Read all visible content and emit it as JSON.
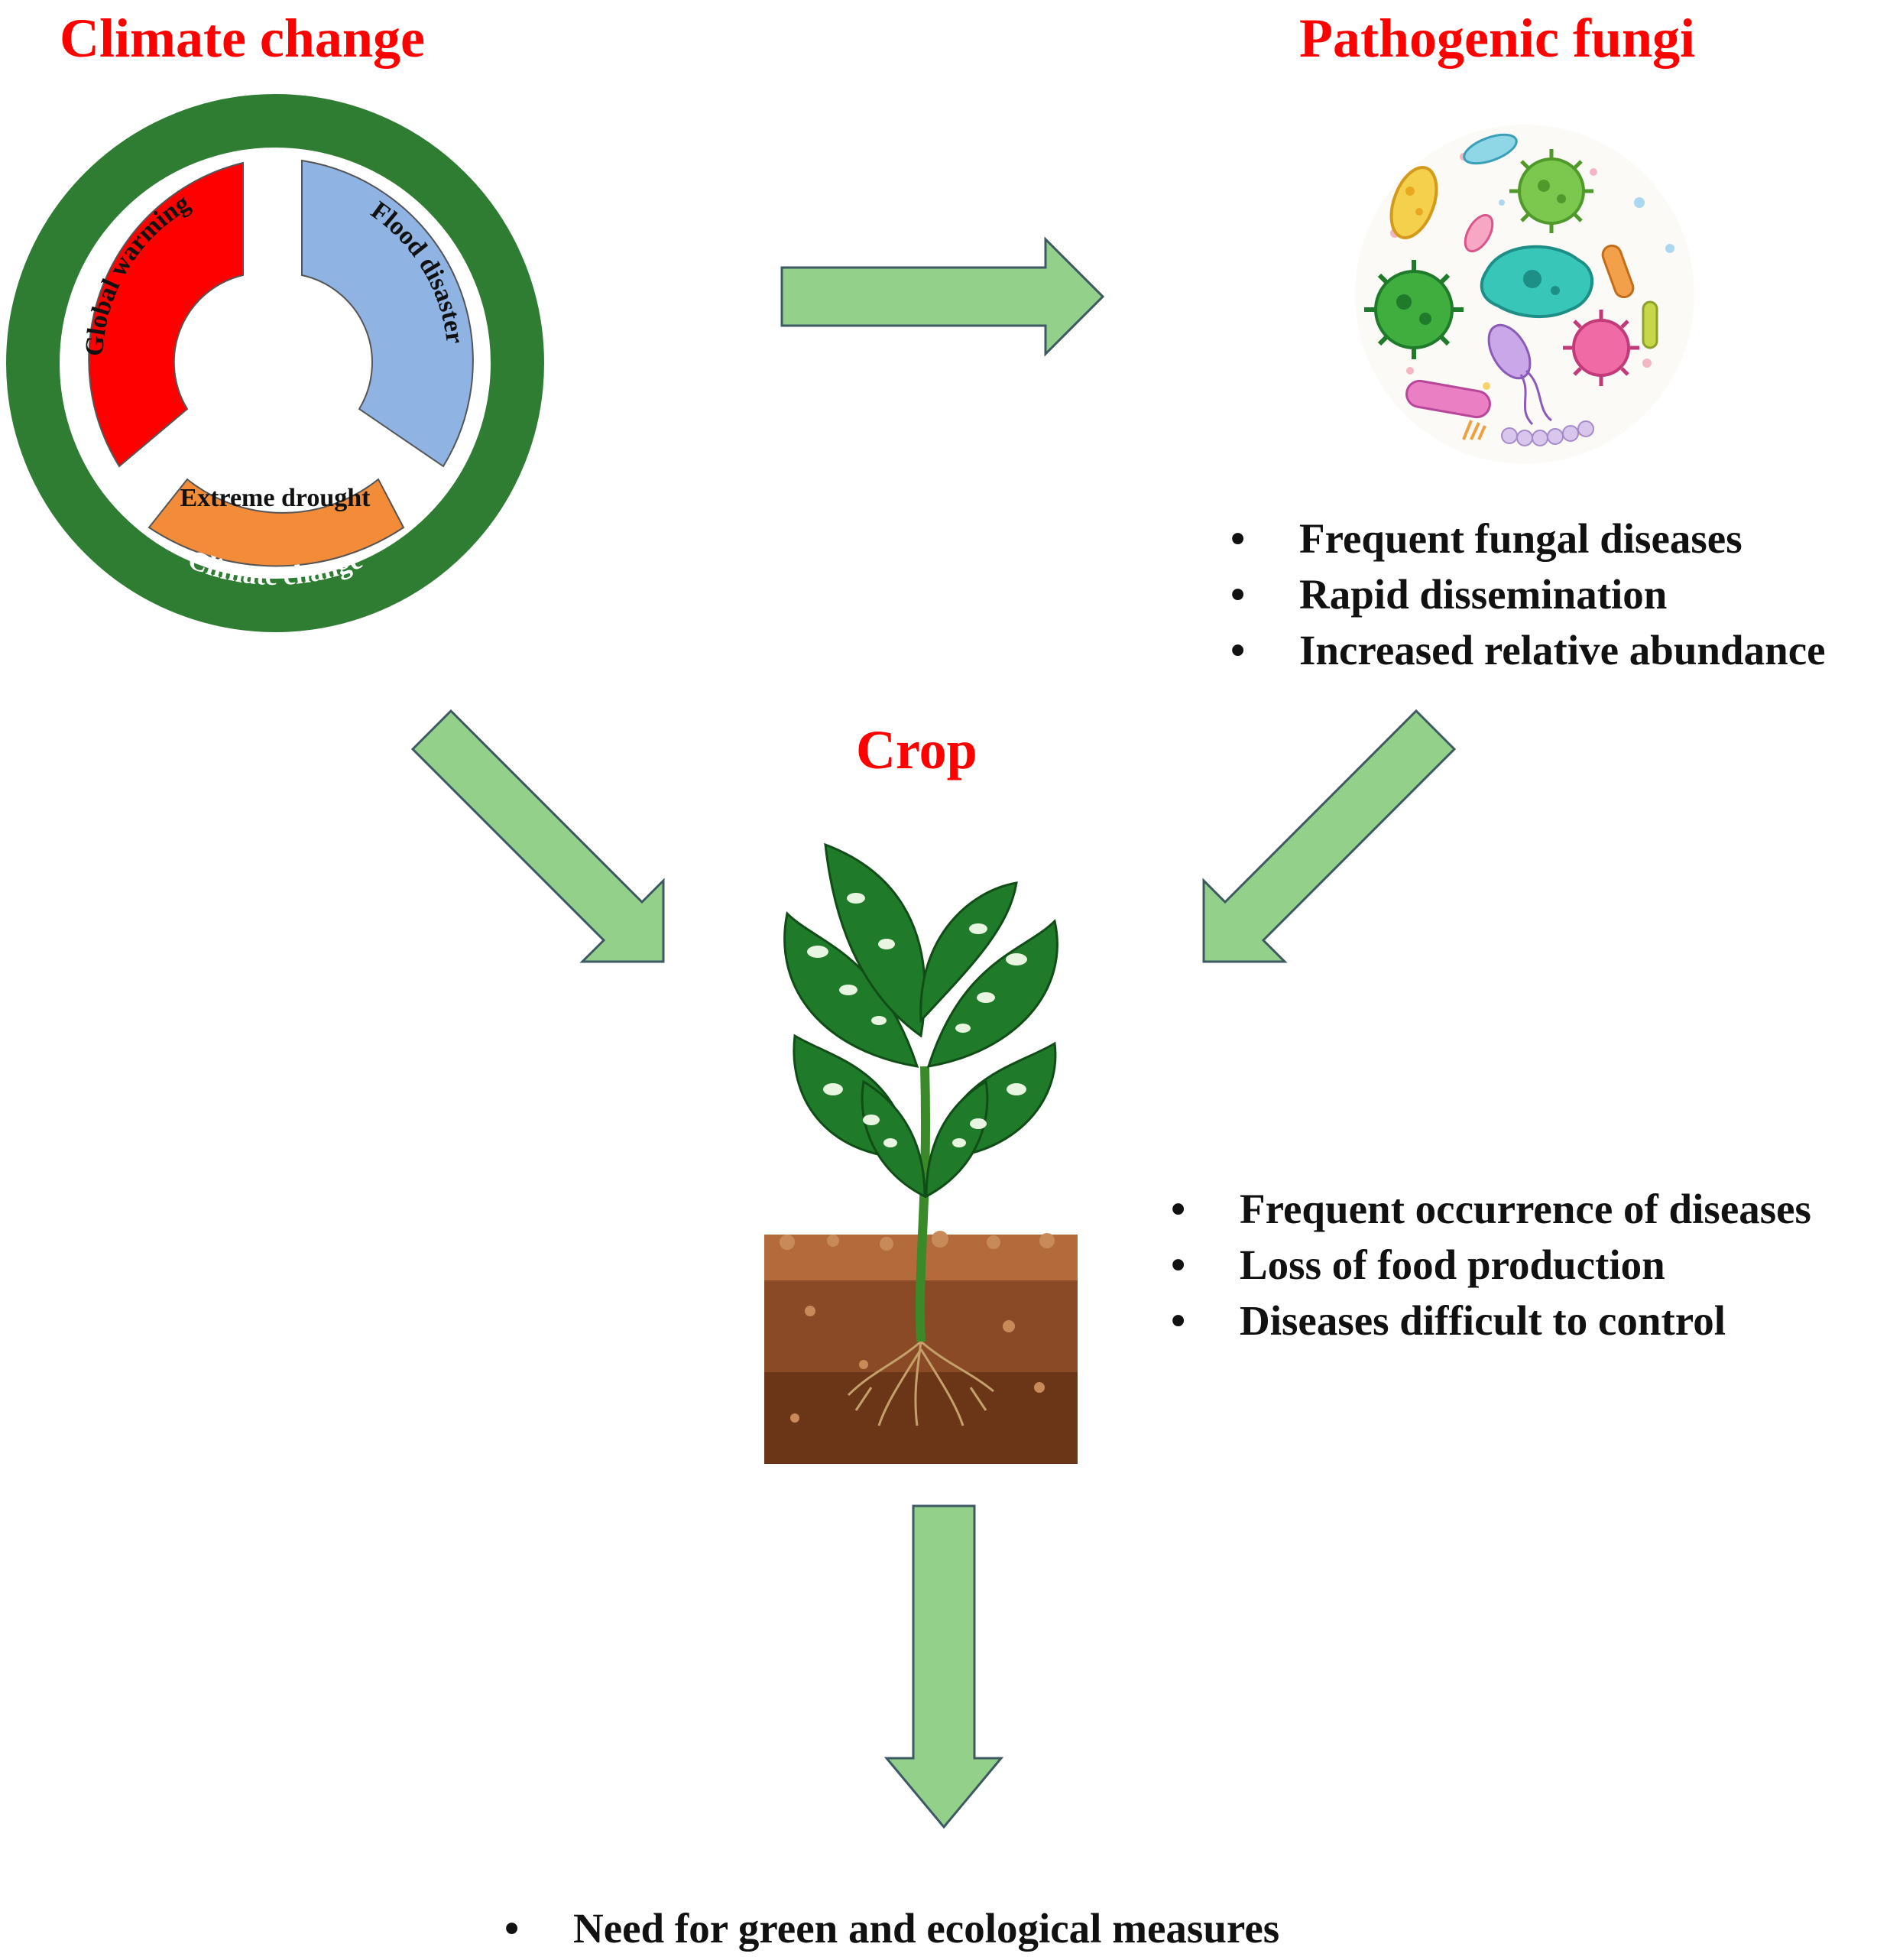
{
  "climate": {
    "title": "Climate change",
    "ring_label": "Climate change",
    "segments": {
      "global_warming": "Global warming",
      "flood_disaster": "Flood disaster",
      "extreme_drought": "Extreme drought"
    },
    "colors": {
      "ring": "#2e7d32",
      "warming": "#ff0000",
      "flood": "#8fb4e3",
      "drought": "#f28c38"
    }
  },
  "fungi": {
    "title": "Pathogenic fungi",
    "bullets": [
      "Frequent fungal diseases",
      "Rapid dissemination",
      "Increased relative abundance"
    ]
  },
  "crop": {
    "title": "Crop",
    "bullets": [
      "Frequent occurrence of diseases",
      "Loss of food production",
      "Diseases difficult to control"
    ]
  },
  "outcome": {
    "bullets": [
      "Need for green and ecological measures"
    ]
  },
  "colors": {
    "arrow_fill": "#93d08a",
    "arrow_stroke": "#3d5a63",
    "title_red": "#ff0000"
  }
}
